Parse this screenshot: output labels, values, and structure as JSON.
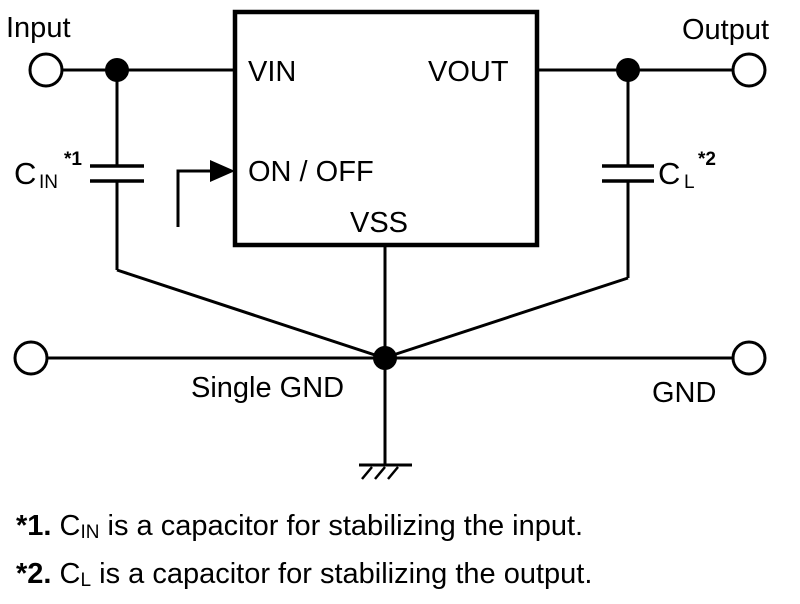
{
  "diagram": {
    "title": "Regulator wiring with single GND",
    "terminals": {
      "input": "Input",
      "output": "Output",
      "gnd_left": "",
      "gnd_right": "GND"
    },
    "ic": {
      "pins": {
        "vin": "VIN",
        "vout": "VOUT",
        "on_off": "ON / OFF",
        "vss": "VSS"
      }
    },
    "capacitors": {
      "cin": {
        "base": "C",
        "sub": "IN",
        "note_ref": "*1"
      },
      "cl": {
        "base": "C",
        "sub": "L",
        "note_ref": "*2"
      }
    },
    "ground_node_label": "Single GND",
    "colors": {
      "stroke": "#000000",
      "background": "#ffffff"
    }
  },
  "notes": [
    {
      "marker": "*1.",
      "cap_base": "C",
      "cap_sub": "IN",
      "text": " is a capacitor for stabilizing the input."
    },
    {
      "marker": "*2.",
      "cap_base": "C",
      "cap_sub": "L",
      "text": " is a capacitor for stabilizing the output."
    }
  ]
}
